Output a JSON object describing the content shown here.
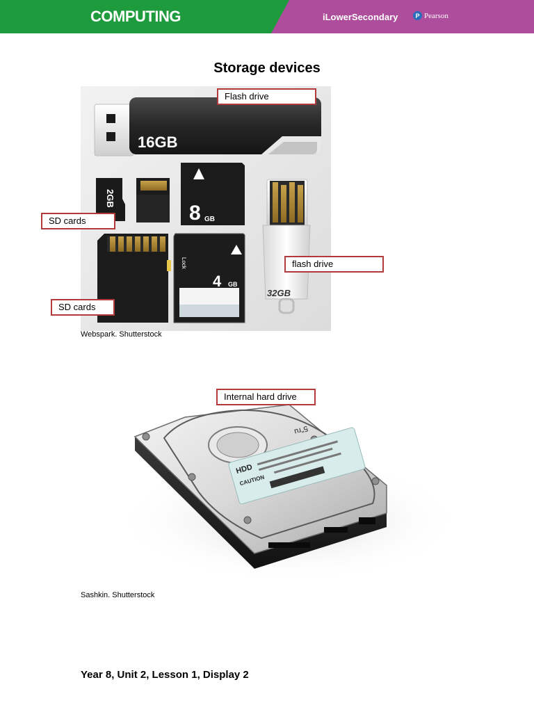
{
  "header": {
    "subject": "COMPUTING",
    "programme": "iLowerSecondary",
    "publisher": "Pearson",
    "colors": {
      "green": "#1e9b3c",
      "purple": "#ad4d9c"
    }
  },
  "page": {
    "title": "Storage devices"
  },
  "figure1": {
    "credit": "Webspark. Shutterstock",
    "labels": [
      "Flash drive",
      "SD cards",
      "flash drive",
      "SD cards"
    ],
    "device_text": {
      "usb_large_capacity": "16GB",
      "microsd_capacity": "2GB",
      "sd_black_capacity_num": "8",
      "sd_black_capacity_unit": "GB",
      "sd_white_capacity_num": "4",
      "sd_white_capacity_unit": "GB",
      "sd_lock_text": "Lock",
      "usb_white_capacity": "32GB"
    }
  },
  "figure2": {
    "credit": "Sashkin. Shutterstock",
    "labels": [
      "Internal hard drive"
    ],
    "device_text": {
      "hdd_label_title": "HDD",
      "hdd_size": "5\"ru",
      "hdd_caution": "CAUTION"
    }
  },
  "footer": {
    "text": "Year 8, Unit 2, Lesson 1, Display 2"
  }
}
